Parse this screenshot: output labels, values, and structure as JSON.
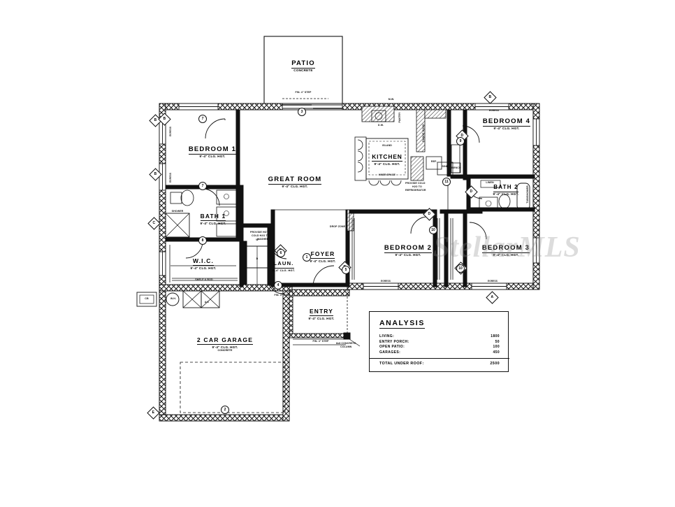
{
  "document": {
    "type": "architectural-floor-plan",
    "watermark": "StellarMLS"
  },
  "rooms": [
    {
      "key": "patio",
      "name": "PATIO",
      "sub": "CONCRETE",
      "note": "FIN. 4\" STEP"
    },
    {
      "key": "bedroom1",
      "name": "BEDROOM 1",
      "sub": "9'-4\" CLG. HGT."
    },
    {
      "key": "greatroom",
      "name": "GREAT ROOM",
      "sub": "9'-4\" CLG. HGT."
    },
    {
      "key": "kitchen",
      "name": "KITCHEN",
      "sub": "9'-4\" CLG. HGT.",
      "above": "ISLAND",
      "below": "KNEE SPACE"
    },
    {
      "key": "bedroom4",
      "name": "BEDROOM 4",
      "sub": "9'-4\" CLG. HGT."
    },
    {
      "key": "bath1",
      "name": "BATH 1",
      "sub": "9'-4\" CLG. HGT."
    },
    {
      "key": "bath2",
      "name": "BATH 2",
      "sub": "9'-4\" CLG. HGT."
    },
    {
      "key": "wic",
      "name": "W.I.C.",
      "sub": "9'-4\" CLG. HGT."
    },
    {
      "key": "laundry",
      "name": "LAUN.",
      "sub": "9'-4\" CLG. HGT."
    },
    {
      "key": "foyer",
      "name": "FOYER",
      "sub": "9'-4\" CLG. HGT."
    },
    {
      "key": "bedroom2",
      "name": "BEDROOM 2",
      "sub": "9'-4\" CLG. HGT."
    },
    {
      "key": "bedroom3",
      "name": "BEDROOM 3",
      "sub": "9'-4\" CLG. HGT."
    },
    {
      "key": "entry",
      "name": "ENTRY",
      "sub": "9'-4\" CLG. HGT."
    },
    {
      "key": "garage",
      "name": "2 CAR GARAGE",
      "sub": "9'-4\" CLG. HGT.",
      "below": "CONCRETE"
    }
  ],
  "notes": {
    "patio_step": "FIN. 4\" STEP",
    "entry_step": "FIN. 4\" STEP",
    "garage_step": "FIN. 4\" STEP",
    "cold_water_fridge": "PROVIDE COLD\nH2O TO\nREFRIGERATOR",
    "cold_water_fridge_l1": "PROVIDE COLD",
    "cold_water_fridge_l2": "H2O TO",
    "cold_water_fridge_l3": "REFRIGERATOR",
    "washer_water_l1": "PROVIDE HOT &",
    "washer_water_l2": "COLD H2O TO",
    "washer_water_l3": "WASHER",
    "concrete_column_l1": "8x8 CONCRETE",
    "concrete_column_l2": "COLUMN",
    "drop_zone": "DROP ZONE",
    "island": "ISLAND",
    "knee_space": "KNEE SPACE",
    "shower": "SHOWER",
    "refrigerator": "REF.",
    "sink": "SINK",
    "range_hood": "RANGE HOOD",
    "dishwasher": "D.W.",
    "microwave": "M.W.",
    "pantry": "PANTRY",
    "linen": "LINEN",
    "bench": "BENCH",
    "washer": "W",
    "dryer": "D",
    "water_heater": "W.H.",
    "ac_unit": "A/C",
    "elec_panel": "CB",
    "egress": "EGRESS",
    "tub_shower": "TUB/SHOWER",
    "shelf_rod": "SHELF & ROD"
  },
  "analysis": {
    "title": "ANALYSIS",
    "rows": [
      {
        "label": "LIVING:",
        "value": "1800"
      },
      {
        "label": "ENTRY PORCH:",
        "value": "50"
      },
      {
        "label": "OPEN PATIO:",
        "value": "100"
      },
      {
        "label": "GARAGES:",
        "value": "450"
      }
    ],
    "total": {
      "label": "TOTAL UNDER ROOF:",
      "value": "2500"
    }
  },
  "markers": {
    "doors": [
      "1",
      "2",
      "3",
      "4",
      "5",
      "6",
      "7",
      "8",
      "9",
      "10",
      "11"
    ],
    "windows": [
      "A",
      "B",
      "C",
      "D",
      "E"
    ]
  },
  "colors": {
    "line": "#111111",
    "wall_fill": "#000000",
    "paper": "#ffffff",
    "watermark": "#8c8c8c"
  }
}
